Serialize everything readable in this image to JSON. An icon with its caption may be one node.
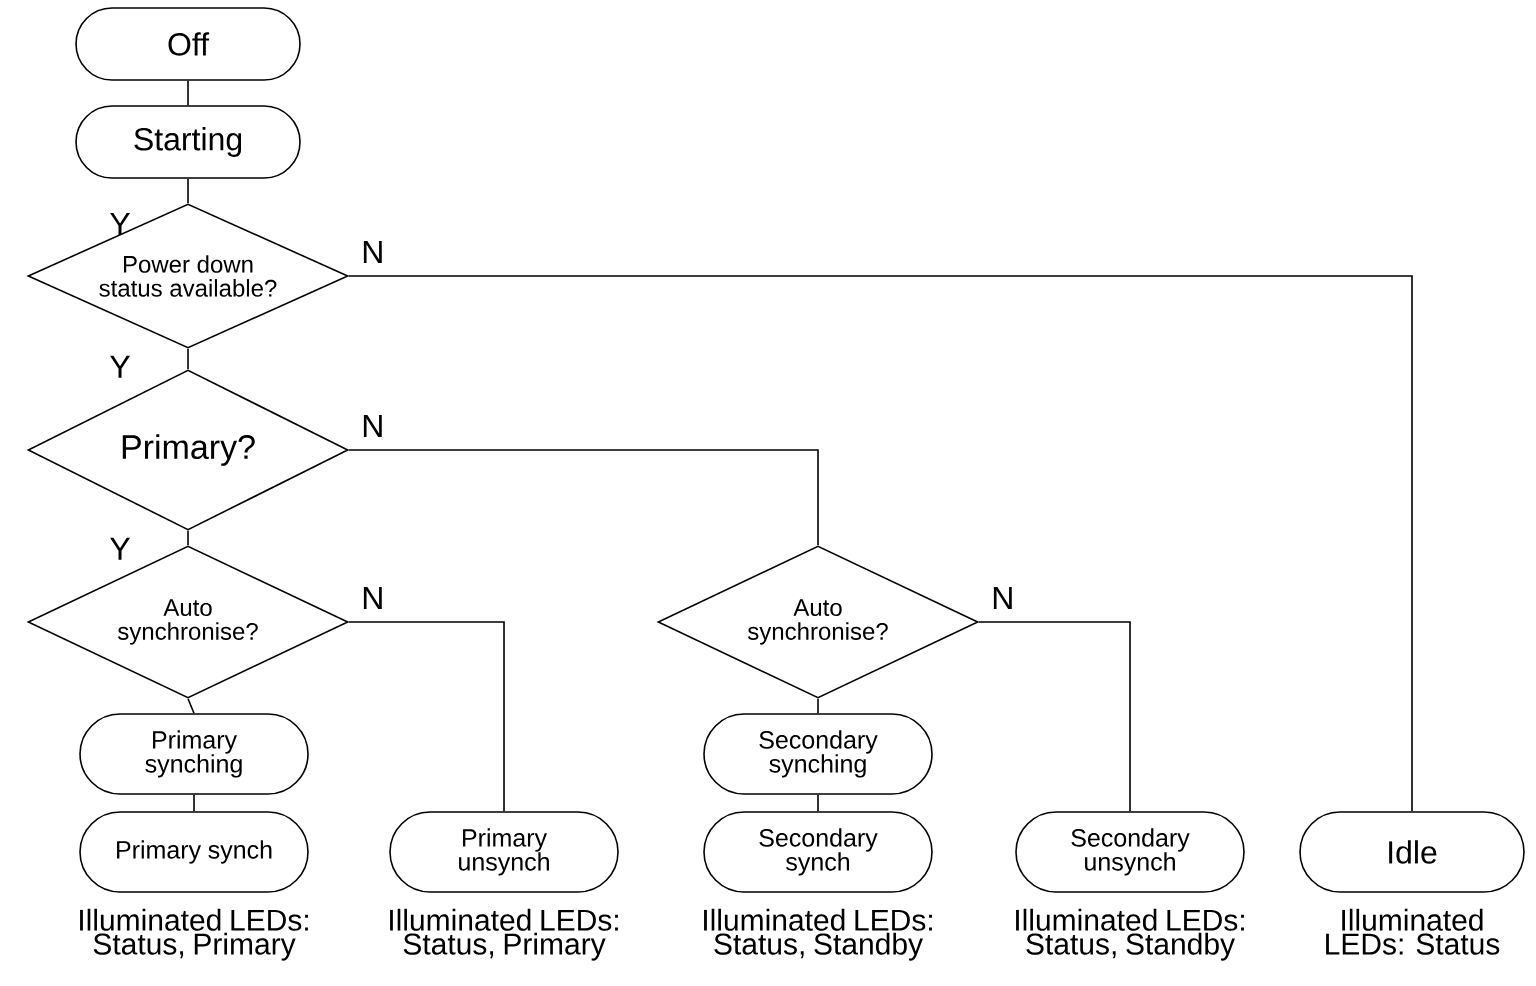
{
  "diagram": {
    "nodes": [
      {
        "text": [
          "Off"
        ]
      },
      {
        "text": [
          "Starting"
        ]
      },
      {
        "text": [
          "Power down status available?"
        ]
      },
      {
        "text": [
          "Primary?"
        ]
      },
      {
        "text": [
          "Auto synchronise?"
        ]
      },
      {
        "text": [
          "Primary synching"
        ]
      },
      {
        "text": [
          "Primary synch"
        ],
        "beside": [
          "Illuminated LEDs: Status, Primary"
        ]
      },
      {
        "text": [
          "Primary unsynch"
        ],
        "beside": [
          "Illuminated LEDs: Status, Primary"
        ]
      },
      {
        "text": [
          "Auto synchronise?"
        ]
      },
      {
        "text": [
          "Secondary synching"
        ]
      },
      {
        "text": [
          "Secondary synch"
        ],
        "beside": [
          "Illuminated LEDs: Status, Standby"
        ]
      },
      {
        "text": [
          "Secondary unsynch"
        ],
        "beside": [
          "Illuminated LEDs: Status, Standby"
        ]
      },
      {
        "text": [
          "Idle"
        ],
        "beside": [
          "Illuminated LEDs: Status"
        ]
      }
    ],
    "edges": [
      {
        "from": 0,
        "to": 1,
        "arrow": "none"
      },
      {
        "from": 1,
        "to": 2,
        "arrow": "none"
      },
      {
        "from": 2,
        "to": 3,
        "arrow": "none",
        "label": "Y"
      },
      {
        "from": 2,
        "to": 12,
        "arrow": "none",
        "label": "N"
      },
      {
        "from": 3,
        "to": 4,
        "arrow": "none",
        "label": "Y"
      },
      {
        "from": 3,
        "to": 8,
        "arrow": "none",
        "label": "N"
      },
      {
        "from": 4,
        "to": 5,
        "arrow": "none"
      },
      {
        "from": 4,
        "to": 7,
        "arrow": "none",
        "label": "N"
      },
      {
        "from": 5,
        "to": 6,
        "arrow": "none"
      },
      {
        "from": 8,
        "to": 9,
        "arrow": "none"
      },
      {
        "from": 8,
        "to": 11,
        "arrow": "none",
        "label": "N"
      },
      {
        "from": 9,
        "to": 10,
        "arrow": "none"
      }
    ],
    "labels": [
      "Y"
    ]
  }
}
